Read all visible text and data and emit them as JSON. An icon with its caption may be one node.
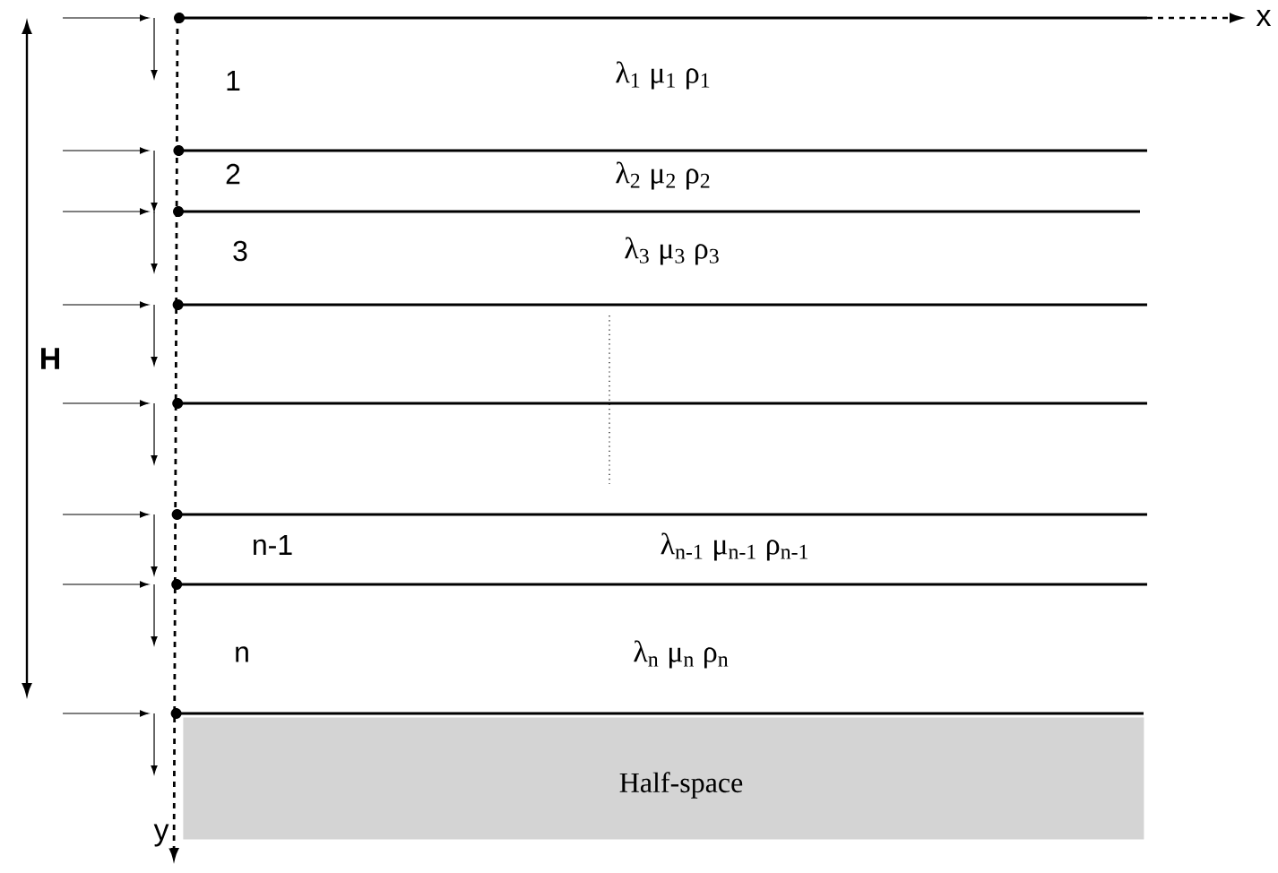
{
  "diagram": {
    "nodes": [
      {
        "text": [
          "Half-space"
        ]
      }
    ],
    "labels": [
      "x",
      "1",
      "λ$_{1}$ μ$_{1}$ ρ$_{1}$",
      "2",
      "λ$_{2}$ μ$_{2}$ ρ$_{2}$",
      "3",
      "λ$_{3}$ μ$_{3}$ ρ$_{3}$",
      "H",
      "n-1",
      "λ$_{n-1}$ μ$_{n-1}$ ρ$_{n-1}$",
      "n",
      "λ$_{n}$ μ$_{n}$ ρ$_{n}$",
      "y"
    ]
  }
}
